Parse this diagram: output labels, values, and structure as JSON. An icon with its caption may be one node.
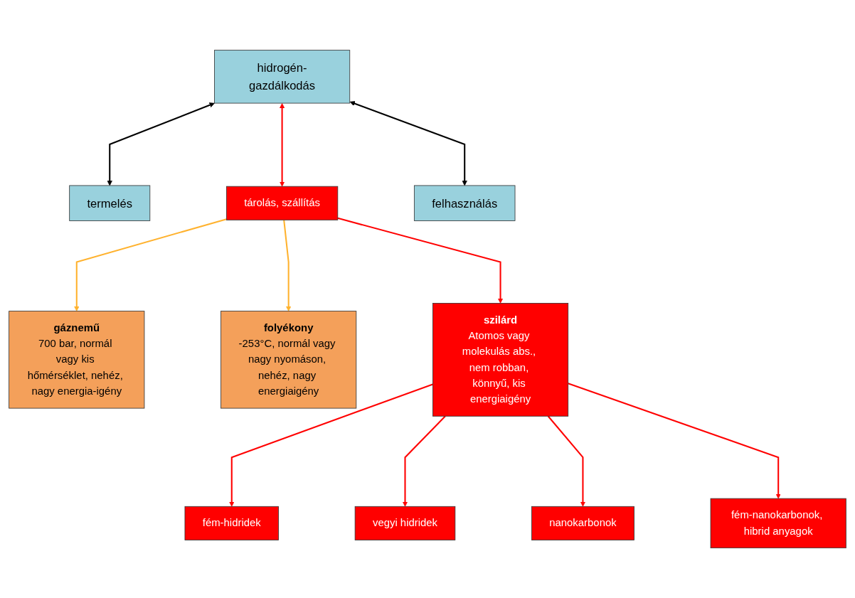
{
  "diagram": {
    "nodes": [
      {
        "text": [
          "hidrogén-gazdálkodás"
        ]
      },
      {
        "text": [
          "termelés"
        ]
      },
      {
        "text": [
          "tárolás, szállítás"
        ]
      },
      {
        "text": [
          "felhasználás"
        ]
      },
      {
        "text": [
          "gáznemű",
          "700 bar, normál vagy kis hőmérséklet, nehéz, nagy energia-igény"
        ]
      },
      {
        "text": [
          "folyékony",
          "-253°C, normál vagy nagy nyomáson, nehéz, nagy energiaigény"
        ]
      },
      {
        "text": [
          "szilárd",
          "Atomos vagy molekulás abs., nem robban, könnyű, kis energiaigény"
        ]
      },
      {
        "text": [
          "fém-hidridek"
        ]
      },
      {
        "text": [
          "vegyi hidridek"
        ]
      },
      {
        "text": [
          "nanokarbonok"
        ]
      },
      {
        "text": [
          "fém-nanokarbonok, hibrid anyagok"
        ]
      }
    ],
    "edges": [
      {
        "from": 0,
        "to": 1,
        "arrow": "both",
        "color": "#000000"
      },
      {
        "from": 0,
        "to": 2,
        "arrow": "both"
      },
      {
        "from": 0,
        "to": 3,
        "arrow": "both",
        "color": "#000000"
      },
      {
        "from": 2,
        "to": 4,
        "arrow": "to",
        "color": "#ffb22e"
      },
      {
        "from": 2,
        "to": 5,
        "arrow": "to",
        "color": "#ffb22e"
      },
      {
        "from": 2,
        "to": 6,
        "arrow": "to"
      },
      {
        "from": 6,
        "to": 7,
        "arrow": "to"
      },
      {
        "from": 6,
        "to": 8,
        "arrow": "to"
      },
      {
        "from": 6,
        "to": 9,
        "arrow": "to"
      },
      {
        "from": 6,
        "to": 10,
        "arrow": "to"
      }
    ]
  }
}
